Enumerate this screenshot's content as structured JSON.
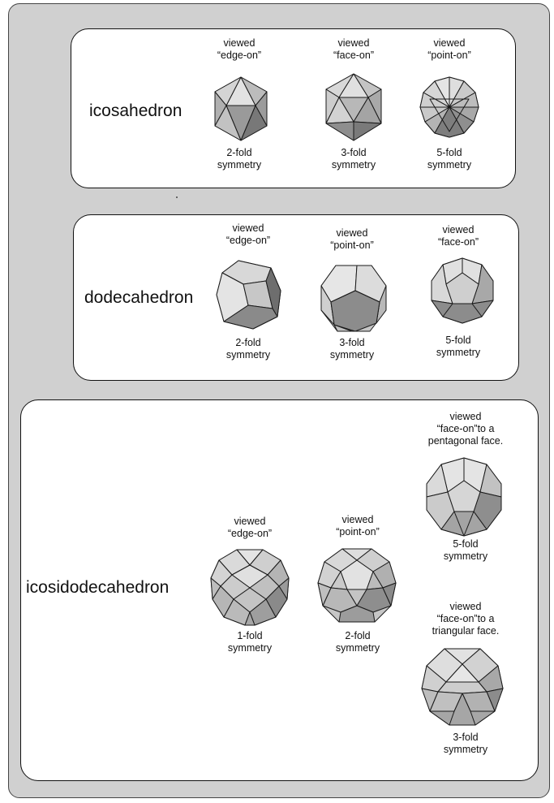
{
  "panels": {
    "icosahedron": {
      "name": "icosahedron",
      "views": [
        {
          "view_line1": "viewed",
          "view_line2": "“edge-on”",
          "sym_line1": "2-fold",
          "sym_line2": "symmetry",
          "icon": "icosahedron-edge-on-icon"
        },
        {
          "view_line1": "viewed",
          "view_line2": "“face-on”",
          "sym_line1": "3-fold",
          "sym_line2": "symmetry",
          "icon": "icosahedron-face-on-icon"
        },
        {
          "view_line1": "viewed",
          "view_line2": "“point-on”",
          "sym_line1": "5-fold",
          "sym_line2": "symmetry",
          "icon": "icosahedron-point-on-icon"
        }
      ]
    },
    "dodecahedron": {
      "name": "dodecahedron",
      "views": [
        {
          "view_line1": "viewed",
          "view_line2": "“edge-on”",
          "sym_line1": "2-fold",
          "sym_line2": "symmetry",
          "icon": "dodecahedron-edge-on-icon"
        },
        {
          "view_line1": "viewed",
          "view_line2": "“point-on”",
          "sym_line1": "3-fold",
          "sym_line2": "symmetry",
          "icon": "dodecahedron-point-on-icon"
        },
        {
          "view_line1": "viewed",
          "view_line2": "“face-on”",
          "sym_line1": "5-fold",
          "sym_line2": "symmetry",
          "icon": "dodecahedron-face-on-icon"
        }
      ]
    },
    "icosidodecahedron": {
      "name": "icosidodecahedron",
      "views": [
        {
          "view_line1": "viewed",
          "view_line2": "“edge-on”",
          "sym_line1": "1-fold",
          "sym_line2": "symmetry",
          "icon": "icosidodecahedron-edge-on-icon"
        },
        {
          "view_line1": "viewed",
          "view_line2": "“point-on”",
          "sym_line1": "2-fold",
          "sym_line2": "symmetry",
          "icon": "icosidodecahedron-point-on-icon"
        },
        {
          "view_line1": "viewed",
          "view_line2": "“face-on”to a",
          "view_line3": "pentagonal face.",
          "sym_line1": "5-fold",
          "sym_line2": "symmetry",
          "icon": "icosidodecahedron-pentagonal-face-icon"
        },
        {
          "view_line1": "viewed",
          "view_line2": "“face-on”to a",
          "view_line3": "triangular face.",
          "sym_line1": "3-fold",
          "sym_line2": "symmetry",
          "icon": "icosidodecahedron-triangular-face-icon"
        }
      ]
    }
  },
  "colors": {
    "background": "#d0d0d0",
    "panel": "#ffffff",
    "face_light": "#e2e2e2",
    "face_mid": "#c6c6c6",
    "face_dark": "#8c8c8c",
    "edge": "#1a1a1a"
  }
}
